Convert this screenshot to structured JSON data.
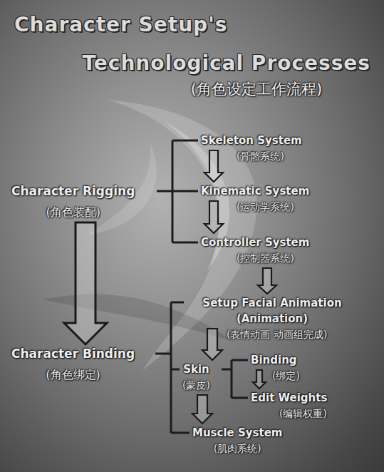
{
  "diagram": {
    "title": "Character Setup's Technological Processes",
    "nodes": [
      {
        "text": [
          "Character Rigging",
          "(角色装配)"
        ]
      },
      {
        "text": [
          "Skeleton System",
          "(骨骼系统)"
        ]
      },
      {
        "text": [
          "Kinematic System",
          "(运动学系统)"
        ]
      },
      {
        "text": [
          "Controller System",
          "(控制器系统)"
        ]
      },
      {
        "text": [
          "Character Binding",
          "(角色绑定)"
        ]
      },
      {
        "text": [
          "Setup Facial Animation (Animation)",
          "(表情动画 动画组完成)"
        ]
      },
      {
        "text": [
          "Skin",
          "(蒙皮)"
        ]
      },
      {
        "text": [
          "Binding",
          "(绑定)"
        ]
      },
      {
        "text": [
          "Edit Weights",
          "(编辑权重)"
        ]
      },
      {
        "text": [
          "Muscle System",
          "(肌肉系统)"
        ]
      }
    ],
    "edges": [
      {
        "from": 1,
        "to": 2,
        "arrow": "to"
      },
      {
        "from": 2,
        "to": 3,
        "arrow": "to"
      },
      {
        "from": 3,
        "to": 5,
        "arrow": "to"
      },
      {
        "from": 0,
        "to": 4,
        "arrow": "to"
      },
      {
        "from": 5,
        "to": 6,
        "arrow": "to"
      },
      {
        "from": 6,
        "to": 9,
        "arrow": "to"
      },
      {
        "from": 7,
        "to": 8,
        "arrow": "to"
      }
    ],
    "labels": [
      "(角色设定工作流程)"
    ]
  }
}
